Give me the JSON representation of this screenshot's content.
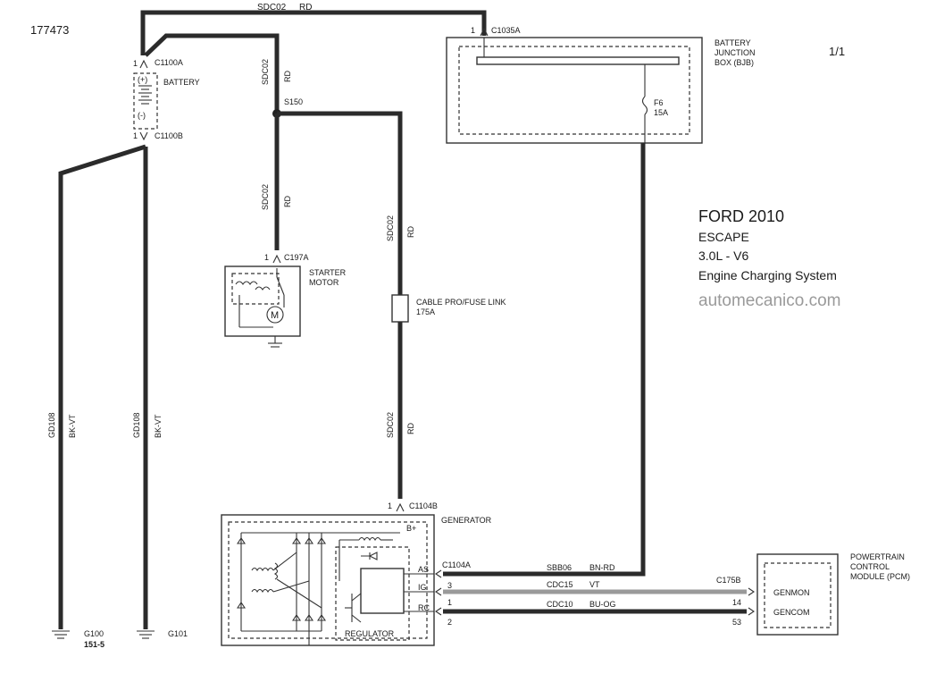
{
  "diagram": {
    "ref_number": "177473",
    "page": "1/1",
    "title": {
      "make_year": "FORD 2010",
      "model": "ESCAPE",
      "engine": "3.0L -  V6",
      "system": "Engine Charging System",
      "watermark": "automecanico.com"
    },
    "top_wire": {
      "circuit": "SDC02",
      "color": "RD"
    },
    "battery": {
      "label": "BATTERY",
      "plus": "(+)",
      "minus": "(-)",
      "conn_top": "C1100A",
      "conn_bottom": "C1100B",
      "pin_top": "1",
      "pin_bottom": "1"
    },
    "bjb": {
      "label_line1": "BATTERY",
      "label_line2": "JUNCTION",
      "label_line3": "BOX (BJB)",
      "connector": "C1035A",
      "pin": "1",
      "fuse": "F6",
      "fuse_rating": "15A"
    },
    "splice": "S150",
    "batt_to_splice": {
      "circuit": "SDC02",
      "color": "RD"
    },
    "starter_wire": {
      "circuit": "SDC02",
      "color": "RD"
    },
    "starter": {
      "connector": "C197A",
      "pin": "1",
      "label_line1": "STARTER",
      "label_line2": "MOTOR"
    },
    "fuse_link_wire_top": {
      "circuit": "SDC02",
      "color": "RD"
    },
    "fuse_link": {
      "label": "CABLE PRO/FUSE LINK",
      "rating": "175A"
    },
    "fuse_link_wire_bottom": {
      "circuit": "SDC02",
      "color": "RD"
    },
    "ground_wires": [
      {
        "circuit": "GD108",
        "color": "BK-VT",
        "ground": "G100",
        "sub": "151-5"
      },
      {
        "circuit": "GD108",
        "color": "BK-VT",
        "ground": "G101",
        "sub": ""
      }
    ],
    "generator": {
      "label": "GENERATOR",
      "connector_bplus": "C1104B",
      "pin_bplus": "1",
      "bplus": "B+",
      "connector_signal": "C1104A",
      "terminals": [
        "AS",
        "IG",
        "RC"
      ],
      "pins": [
        "3",
        "1",
        "2"
      ],
      "regulator": "REGULATOR"
    },
    "signal_wires": [
      {
        "circuit": "SBB06",
        "color": "BN-RD"
      },
      {
        "circuit": "CDC15",
        "color": "VT"
      },
      {
        "circuit": "CDC10",
        "color": "BU-OG"
      }
    ],
    "pcm": {
      "label_line1": "POWERTRAIN",
      "label_line2": "CONTROL",
      "label_line3": "MODULE (PCM)",
      "connector": "C175B",
      "pins": [
        "14",
        "53"
      ],
      "terminals": [
        "GENMON",
        "GENCOM"
      ]
    }
  }
}
